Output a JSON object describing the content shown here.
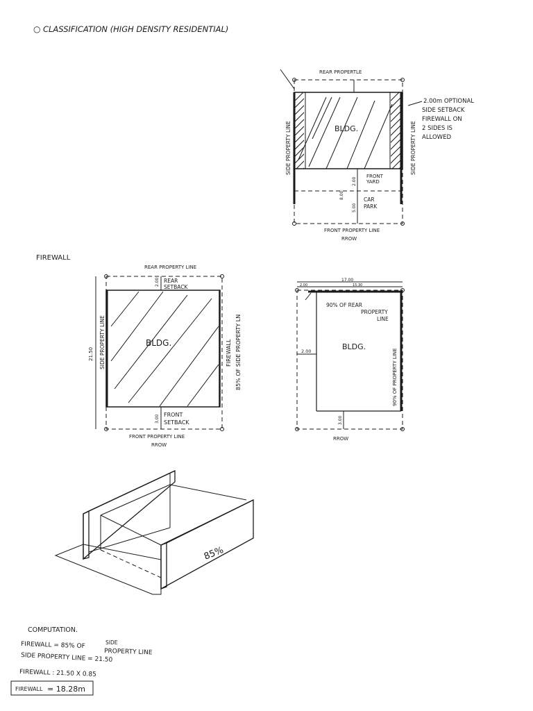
{
  "header": {
    "bullet": "○",
    "title": "CLASSIFICATION (HIGH DENSITY RESIDENTIAL)"
  },
  "plan_top": {
    "rear_label": "REAR PROPERTLE",
    "bldg_label": "BLDG.",
    "side_left": "SIDE PROPERTY LINE",
    "side_right": "SIDE PROPERTY LINE",
    "front_label": "FRONT PROPERTY LINE",
    "rrow": "RROW",
    "dim_2": "2.00",
    "dim_8": "8.00",
    "dim_5": "5.00",
    "front_yard": [
      "FRONT",
      "YARD"
    ],
    "car_park": [
      "CAR",
      "PARK"
    ],
    "note": [
      "2.00m OPTIONAL",
      "SIDE SETBACK",
      "FIREWALL ON",
      "2 SIDES IS",
      "ALLOWED"
    ]
  },
  "section_label": "FIREWALL",
  "plan_left": {
    "rear_label": "REAR PROPERTY LINE",
    "rear_setback": [
      "REAR",
      "SETBACK"
    ],
    "dim_top": "2.00",
    "bldg_label": "BLDG.",
    "side_left": "SIDE PROPERTY LINE",
    "dim_left": "21.50",
    "firewall": "FIREWALL",
    "side_right": "85% OF SIDE PROPERTY LN",
    "front_setback": [
      "FRONT",
      "SETBACK"
    ],
    "dim_bottom": "3.00",
    "front_label": "FRONT PROPERTY LINE",
    "rrow": "RROW"
  },
  "plan_right": {
    "dim_total": "17.00",
    "dim_a": "2.00",
    "dim_b": "15.30",
    "rear_note": [
      "90% OF REAR",
      "PROPERTY",
      "LINE"
    ],
    "bldg_label": "BLDG.",
    "dim_left": "2.00",
    "side_right": "90% OF PROPERTY LINE",
    "dim_bottom": "3.00",
    "rrow": "RROW"
  },
  "iso": {
    "label": "85%"
  },
  "computation": {
    "title": "COMPUTATION.",
    "line1_a": "FIREWALL  =  85% OF",
    "line1_b": "SIDE",
    "line1_c": "PROPERTY LINE",
    "line2": "SIDE PROPERTY LINE = 21.50",
    "line3": "FIREWALL : 21.50 X 0.85",
    "result_label": "FIREWALL",
    "result_value": "=  18.28m"
  }
}
